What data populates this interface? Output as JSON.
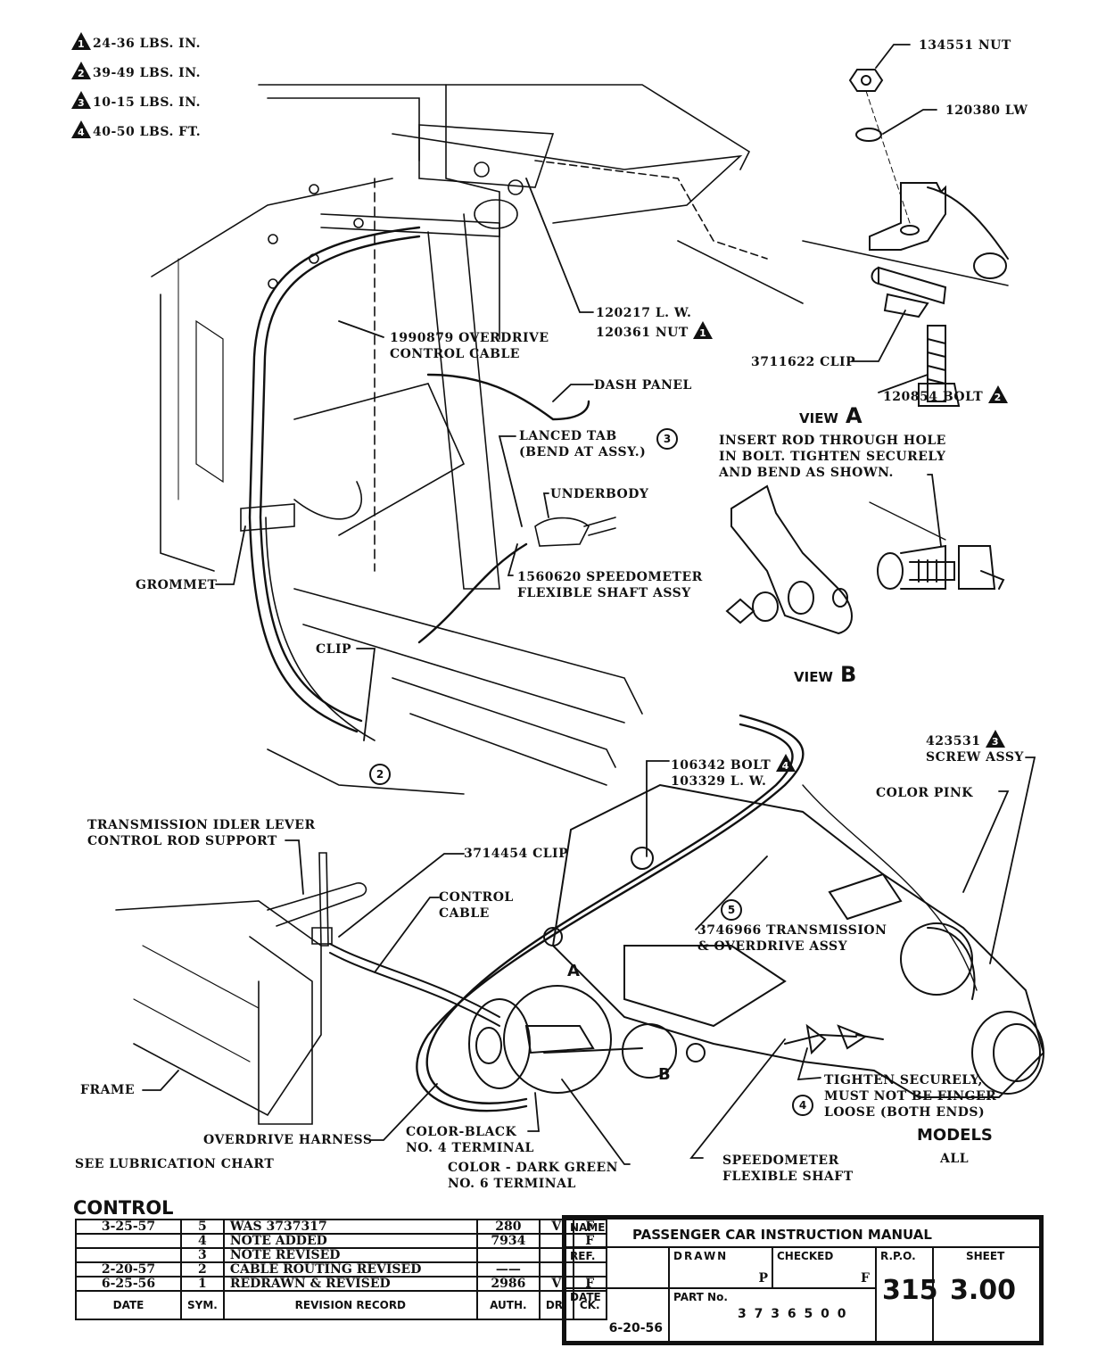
{
  "torque_legend": [
    {
      "symbol": "1",
      "value": "24-36 LBS. IN."
    },
    {
      "symbol": "2",
      "value": "39-49 LBS. IN."
    },
    {
      "symbol": "3",
      "value": "10-15 LBS. IN."
    },
    {
      "symbol": "4",
      "value": "40-50 LBS. FT."
    }
  ],
  "view_a": {
    "title": "VIEW",
    "letter": "A",
    "labels": {
      "nut": "134551 NUT",
      "lw": "120380 LW",
      "clip": "3711622 CLIP",
      "bolt": "120854 BOLT",
      "bolt_torque": "2"
    }
  },
  "view_b": {
    "title": "VIEW",
    "letter": "B",
    "instruction": [
      "INSERT ROD THROUGH HOLE",
      "IN BOLT. TIGHTEN SECURELY",
      "AND BEND AS SHOWN."
    ]
  },
  "upper_labels": {
    "lw_nut_line1": "120217  L. W.",
    "lw_nut_line2": "120361  NUT",
    "lw_nut_torque": "1",
    "cable_line1": "1990879 OVERDRIVE",
    "cable_line2": "CONTROL CABLE",
    "dash_panel": "DASH  PANEL",
    "lanced_tab_line1": "LANCED  TAB",
    "lanced_tab_line2": "(BEND  AT  ASSY.)",
    "lanced_tab_note": "3",
    "underbody": "UNDERBODY",
    "speedo_line1": "1560620  SPEEDOMETER",
    "speedo_line2": "FLEXIBLE  SHAFT  ASSY",
    "grommet": "GROMMET",
    "clip": "CLIP",
    "clip_note": "2"
  },
  "lower_labels": {
    "bolt_line1": "106342  BOLT",
    "bolt_torque": "4",
    "bolt_line2": "103329  L. W.",
    "screw_line1": "423531",
    "screw_torque": "3",
    "screw_line2": "SCREW ASSY",
    "color_pink": "COLOR  PINK",
    "idler_line1": "TRANSMISSION  IDLER  LEVER",
    "idler_line2": "CONTROL  ROD  SUPPORT",
    "clip_3714454": "3714454  CLIP",
    "control_cable_line1": "CONTROL",
    "control_cable_line2": "CABLE",
    "trans_note": "5",
    "trans_line1": "3746966  TRANSMISSION",
    "trans_line2": "& OVERDRIVE  ASSY",
    "detail_a": "A",
    "detail_b": "B",
    "frame": "FRAME",
    "tighten_line1": "TIGHTEN  SECURELY,",
    "tighten_line2": "MUST  NOT  BE  FINGER",
    "tighten_line3": "LOOSE  (BOTH  ENDS)",
    "tighten_note": "4",
    "models_title": "MODELS",
    "models_value": "ALL",
    "harness": "OVERDRIVE  HARNESS",
    "black_line1": "COLOR-BLACK",
    "black_line2": "NO. 4 TERMINAL",
    "lube": "SEE  LUBRICATION  CHART",
    "green_line1": "COLOR - DARK GREEN",
    "green_line2": "NO. 6 TERMINAL",
    "speedo_shaft_line1": "SPEEDOMETER",
    "speedo_shaft_line2": "FLEXIBLE  SHAFT"
  },
  "section_title": "CONTROL",
  "revision_table": {
    "rows": [
      {
        "date": "3-25-57",
        "sym": "5",
        "record": "WAS 3737317",
        "auth": "280",
        "dr": "V",
        "ck": "F"
      },
      {
        "date": "",
        "sym": "4",
        "record": "NOTE  ADDED",
        "auth": "7934",
        "dr": "",
        "ck": "F"
      },
      {
        "date": "",
        "sym": "3",
        "record": "NOTE  REVISED",
        "auth": "",
        "dr": "",
        "ck": ""
      },
      {
        "date": "2-20-57",
        "sym": "2",
        "record": "CABLE  ROUTING  REVISED",
        "auth": "——",
        "dr": "",
        "ck": ""
      },
      {
        "date": "6-25-56",
        "sym": "1",
        "record": "REDRAWN & REVISED",
        "auth": "2986",
        "dr": "V",
        "ck": "F"
      }
    ],
    "headers": {
      "date": "DATE",
      "sym": "SYM.",
      "record": "REVISION RECORD",
      "auth": "AUTH.",
      "dr": "DR.",
      "ck": "CK."
    }
  },
  "title_block": {
    "name_label": "NAME",
    "name_value": "PASSENGER  CAR  INSTRUCTION  MANUAL",
    "ref_label": "REF.",
    "drawn_label": "DRAWN",
    "drawn_value": "P",
    "checked_label": "CHECKED",
    "checked_value": "F",
    "rpo_label": "R.P.O.",
    "rpo_value": "315",
    "sheet_label": "SHEET",
    "sheet_value": "3.00",
    "date_label": "DATE",
    "date_value": "6-20-56",
    "part_label": "PART No.",
    "part_value": "3 7 3 6 5 0 0"
  }
}
